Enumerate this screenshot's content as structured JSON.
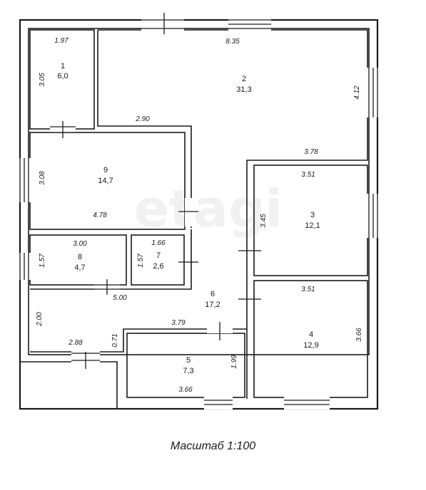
{
  "watermark": "etagi",
  "scale_label": "Масштаб 1:100",
  "rooms": [
    {
      "number": "1",
      "area": "6,0",
      "width": "1.97",
      "height": "3.05"
    },
    {
      "number": "2",
      "area": "31,3",
      "width": "8.35",
      "height": "4.12",
      "dim_a": "2.90",
      "dim_b": "3.78"
    },
    {
      "number": "3",
      "area": "12,1",
      "width": "3.51",
      "height": "3.45"
    },
    {
      "number": "4",
      "area": "12,9",
      "width": "3.51",
      "height": "3.66"
    },
    {
      "number": "5",
      "area": "7,3",
      "width": "3.66",
      "height": "1.99"
    },
    {
      "number": "6",
      "area": "17,2",
      "dim_a": "5.00",
      "dim_b": "3.79",
      "dim_c": "2.00",
      "dim_d": "2.88",
      "dim_e": "0.71"
    },
    {
      "number": "7",
      "area": "2,6",
      "width": "1.66",
      "height": "1.57"
    },
    {
      "number": "8",
      "area": "4,7",
      "width": "3.00",
      "height": "1.57"
    },
    {
      "number": "9",
      "area": "14,7",
      "width": "4.78",
      "height": "3.08"
    }
  ]
}
